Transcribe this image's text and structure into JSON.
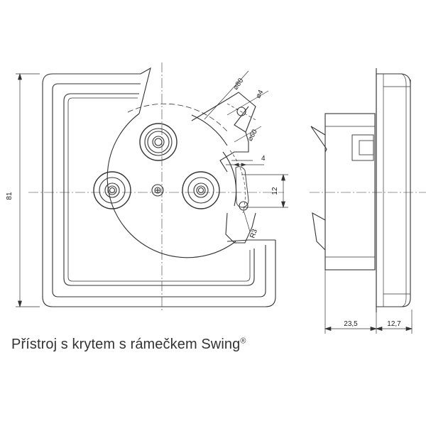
{
  "dimensions": {
    "height": "81",
    "d80": "⌀80",
    "d4": "⌀4",
    "d60": "⌀60",
    "four": "4",
    "twelve": "12",
    "r3": "R3",
    "depth1": "23,5",
    "depth2": "12,7"
  },
  "caption": {
    "text": "Přístroj s krytem s rámečkem Swing",
    "mark": "®"
  }
}
